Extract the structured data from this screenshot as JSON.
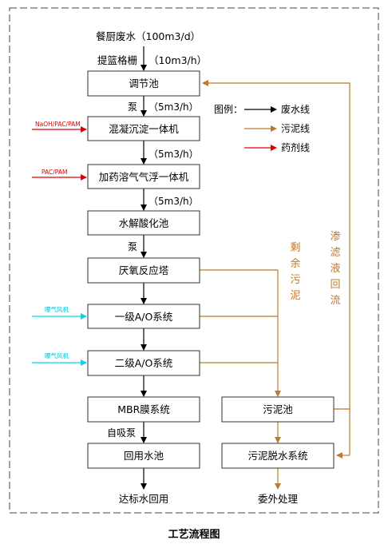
{
  "colors": {
    "water": "#000000",
    "sludge": "#c0782a",
    "chemical": "#e00000",
    "air": "#00d8e8",
    "frame": "#444444"
  },
  "source": "餐厨废水（100m3/d）",
  "screen": {
    "name": "提篮格栅",
    "flow": "（10m3/h）"
  },
  "units": {
    "equalization_tank": "调节池",
    "coag_sed": "混凝沉淀一体机",
    "daf": "加药溶气气浮一体机",
    "hydrolysis": "水解酸化池",
    "anaerobic": "厌氧反应塔",
    "ao1": "一级A/O系统",
    "ao2": "二级A/O系统",
    "mbr": "MBR膜系统",
    "reuse_tank": "回用水池",
    "sludge_tank": "污泥池",
    "dewatering": "污泥脱水系统"
  },
  "edge_labels": {
    "pump1": "泵",
    "flow1": "（5m3/h）",
    "flow2": "（5m3/h）",
    "flow3": "（5m3/h）",
    "pump2": "泵",
    "self_pump": "自吸泵"
  },
  "chemicals": {
    "coag": "NaOH/PAC/PAM",
    "daf": "PAC/PAM"
  },
  "air": {
    "ao1": "曝气风机",
    "ao2": "曝气风机"
  },
  "outputs": {
    "reuse": "达标水回用",
    "outsource": "委外处理"
  },
  "side_labels": {
    "excess_sludge": [
      "剩",
      "余",
      "污",
      "泥"
    ],
    "leachate_return": [
      "渗",
      "滤",
      "液",
      "回",
      "流"
    ]
  },
  "legend": {
    "title": "图例：",
    "water_line": "废水线",
    "sludge_line": "污泥线",
    "chemical_line": "药剂线"
  },
  "caption": "工艺流程图"
}
